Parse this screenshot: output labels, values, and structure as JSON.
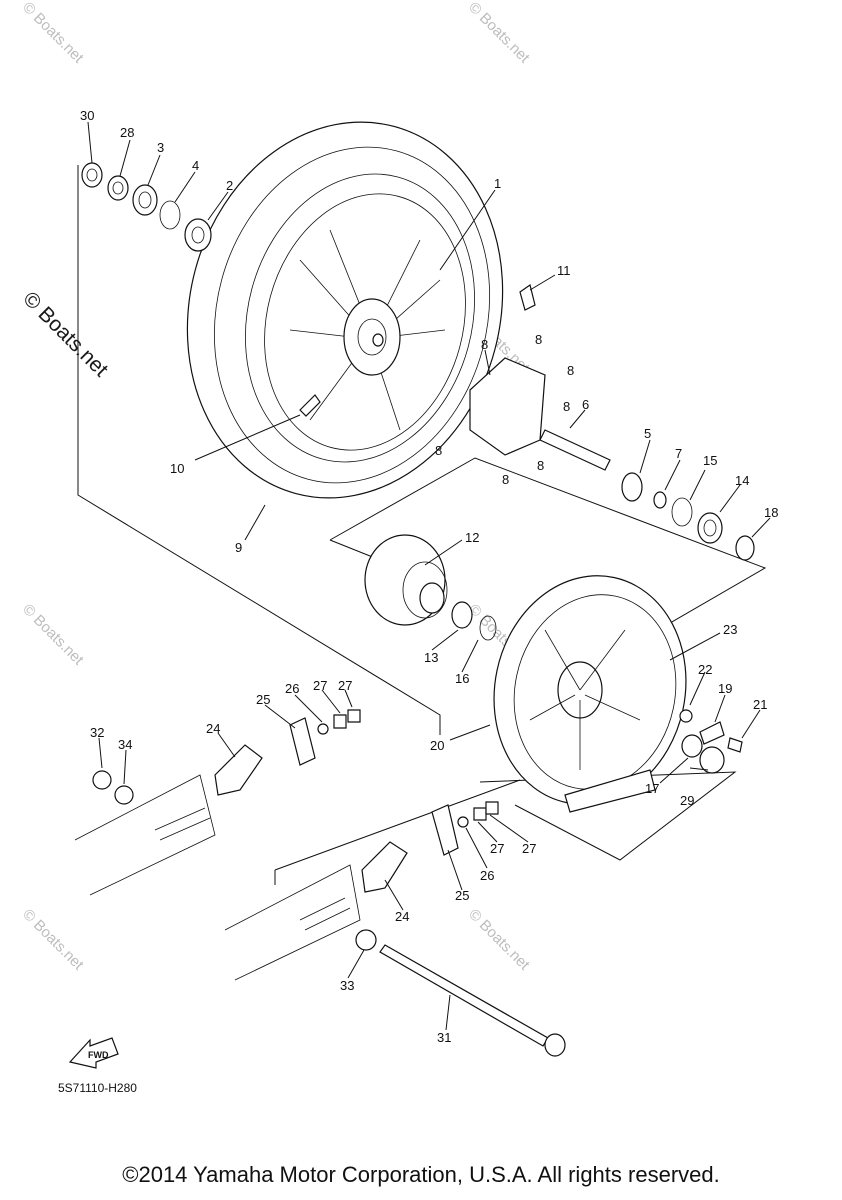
{
  "diagram": {
    "part_code": "5S71110-H280",
    "fwd_label": "FWD",
    "copyright": "©2014 Yamaha Motor Corporation, U.S.A. All rights reserved.",
    "watermark": "© Boats.net",
    "callouts": [
      "30",
      "28",
      "3",
      "4",
      "2",
      "1",
      "11",
      "8",
      "8",
      "8",
      "8",
      "8",
      "8",
      "8",
      "6",
      "5",
      "7",
      "15",
      "14",
      "18",
      "10",
      "9",
      "12",
      "13",
      "16",
      "23",
      "22",
      "19",
      "21",
      "20",
      "17",
      "29",
      "32",
      "34",
      "24",
      "25",
      "26",
      "27",
      "27",
      "24",
      "25",
      "26",
      "27",
      "27",
      "33",
      "31"
    ]
  }
}
